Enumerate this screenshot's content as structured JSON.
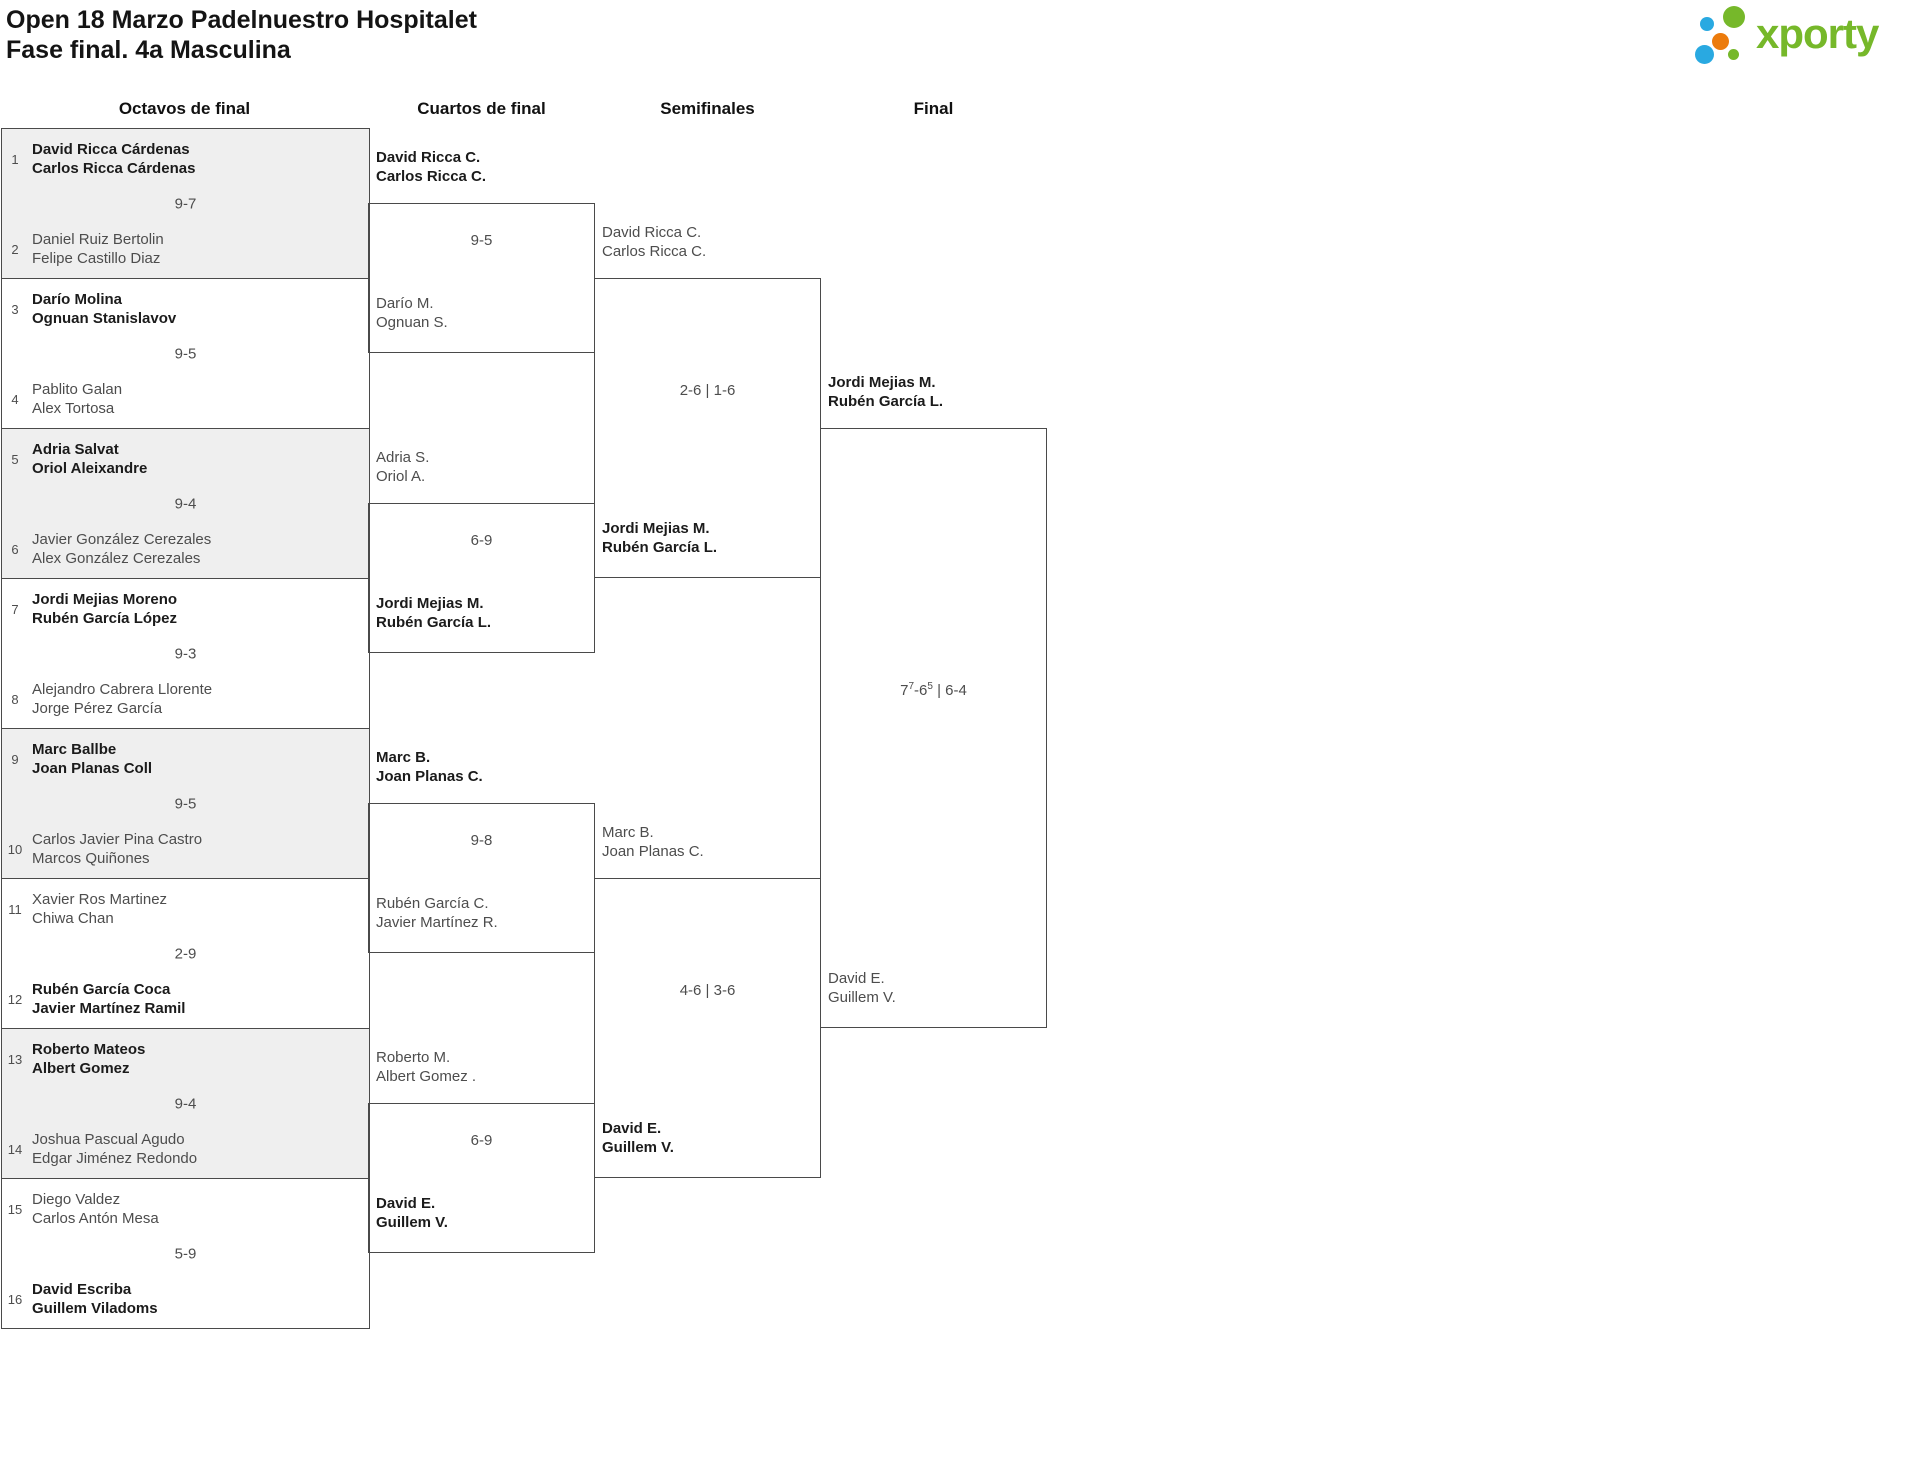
{
  "header": {
    "title_line1": "Open 18 Marzo Padelnuestro Hospitalet",
    "title_line2": "Fase final. 4a Masculina",
    "logo_text": "xporty",
    "brand_colors": {
      "green": "#76b82a",
      "blue": "#29a9e1",
      "orange": "#ec7b0c"
    }
  },
  "columns": {
    "octavos": "Octavos de final",
    "cuartos": "Cuartos de final",
    "semifinales": "Semifinales",
    "final": "Final"
  },
  "rounds": {
    "octavos": [
      {
        "top": {
          "seed": "1",
          "p1": "David Ricca Cárdenas",
          "p2": "Carlos Ricca Cárdenas",
          "winner": true
        },
        "score": "9-7",
        "bottom": {
          "seed": "2",
          "p1": "Daniel Ruiz Bertolin",
          "p2": "Felipe Castillo Diaz",
          "winner": false
        }
      },
      {
        "top": {
          "seed": "3",
          "p1": "Darío Molina",
          "p2": "Ognuan Stanislavov",
          "winner": true
        },
        "score": "9-5",
        "bottom": {
          "seed": "4",
          "p1": "Pablito Galan",
          "p2": "Alex Tortosa",
          "winner": false
        }
      },
      {
        "top": {
          "seed": "5",
          "p1": "Adria Salvat",
          "p2": "Oriol Aleixandre",
          "winner": true
        },
        "score": "9-4",
        "bottom": {
          "seed": "6",
          "p1": "Javier González Cerezales",
          "p2": "Alex González Cerezales",
          "winner": false
        }
      },
      {
        "top": {
          "seed": "7",
          "p1": "Jordi Mejias Moreno",
          "p2": "Rubén García López",
          "winner": true
        },
        "score": "9-3",
        "bottom": {
          "seed": "8",
          "p1": "Alejandro Cabrera Llorente",
          "p2": "Jorge Pérez García",
          "winner": false
        }
      },
      {
        "top": {
          "seed": "9",
          "p1": "Marc Ballbe",
          "p2": "Joan Planas Coll",
          "winner": true
        },
        "score": "9-5",
        "bottom": {
          "seed": "10",
          "p1": "Carlos Javier Pina Castro",
          "p2": "Marcos Quiñones",
          "winner": false
        }
      },
      {
        "top": {
          "seed": "11",
          "p1": "Xavier Ros Martinez",
          "p2": "Chiwa Chan",
          "winner": false
        },
        "score": "2-9",
        "bottom": {
          "seed": "12",
          "p1": "Rubén García Coca",
          "p2": "Javier Martínez Ramil",
          "winner": true
        }
      },
      {
        "top": {
          "seed": "13",
          "p1": "Roberto Mateos",
          "p2": "Albert Gomez",
          "winner": true
        },
        "score": "9-4",
        "bottom": {
          "seed": "14",
          "p1": "Joshua Pascual Agudo",
          "p2": "Edgar Jiménez Redondo",
          "winner": false
        }
      },
      {
        "top": {
          "seed": "15",
          "p1": "Diego Valdez",
          "p2": "Carlos Antón Mesa",
          "winner": false
        },
        "score": "5-9",
        "bottom": {
          "seed": "16",
          "p1": "David Escriba",
          "p2": "Guillem Viladoms",
          "winner": true
        }
      }
    ],
    "cuartos": [
      {
        "top": {
          "p1": "David Ricca C.",
          "p2": "Carlos Ricca C.",
          "winner": true
        },
        "score": "9-5",
        "bottom": {
          "p1": "Darío M.",
          "p2": "Ognuan S.",
          "winner": false
        }
      },
      {
        "top": {
          "p1": "Adria S.",
          "p2": "Oriol A.",
          "winner": false
        },
        "score": "6-9",
        "bottom": {
          "p1": "Jordi Mejias M.",
          "p2": "Rubén García L.",
          "winner": true
        }
      },
      {
        "top": {
          "p1": "Marc B.",
          "p2": "Joan Planas C.",
          "winner": true
        },
        "score": "9-8",
        "bottom": {
          "p1": "Rubén García C.",
          "p2": "Javier Martínez R.",
          "winner": false
        }
      },
      {
        "top": {
          "p1": "Roberto M.",
          "p2": "Albert Gomez .",
          "winner": false
        },
        "score": "6-9",
        "bottom": {
          "p1": "David E.",
          "p2": "Guillem V.",
          "winner": true
        }
      }
    ],
    "semifinales": [
      {
        "top": {
          "p1": "David Ricca C.",
          "p2": "Carlos Ricca C.",
          "winner": false
        },
        "score": "2-6 | 1-6",
        "bottom": {
          "p1": "Jordi Mejias M.",
          "p2": "Rubén García L.",
          "winner": true
        }
      },
      {
        "top": {
          "p1": "Marc B.",
          "p2": "Joan Planas C.",
          "winner": false
        },
        "score": "4-6 | 3-6",
        "bottom": {
          "p1": "David E.",
          "p2": "Guillem V.",
          "winner": true
        }
      }
    ],
    "final": [
      {
        "top": {
          "p1": "Jordi Mejias M.",
          "p2": "Rubén García L.",
          "winner": true
        },
        "score_parts": {
          "s1": "7",
          "sup1": "7",
          "s2": "-6",
          "sup2": "5",
          "s3": " | 6-4"
        },
        "bottom": {
          "p1": "David E.",
          "p2": "Guillem V.",
          "winner": false
        }
      }
    ]
  }
}
